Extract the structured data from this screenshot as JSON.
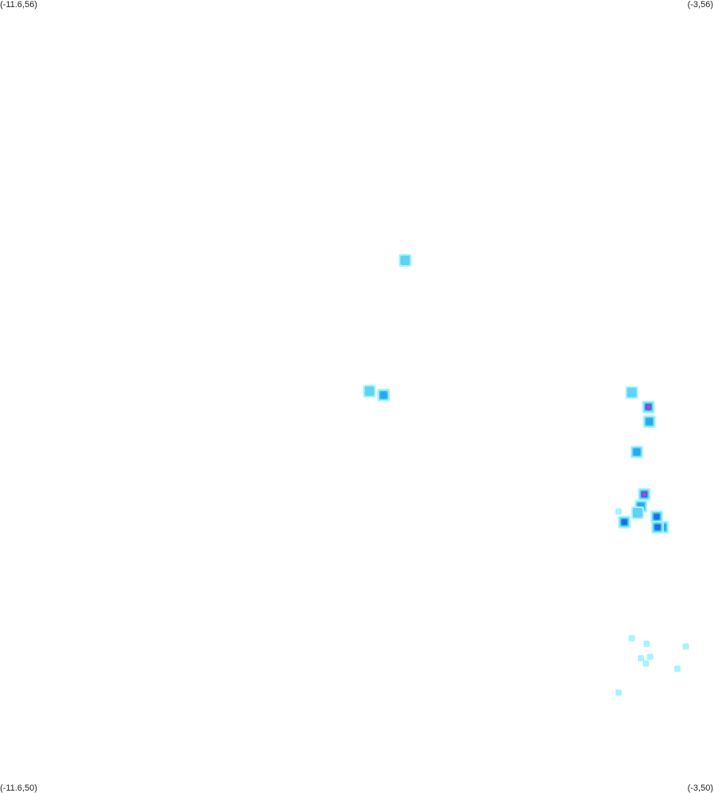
{
  "corners": {
    "top_left": "(-11.6,56)",
    "top_right": "(-3,56)",
    "bottom_left": "(-11.6,50)",
    "bottom_right": "(-3,50)"
  },
  "colors": {
    "background": "#ffffff",
    "low": "#a8f4fb",
    "mid_low": "#5fd3f3",
    "mid": "#29a8ee",
    "high": "#1b6fe0",
    "peak": "#ff1fd2"
  },
  "bounds": {
    "lon_min": -11.6,
    "lon_max": -3,
    "lat_min": 50,
    "lat_max": 56
  },
  "clusters": [
    {
      "lon": -6.72,
      "lat": 54.03,
      "intensity": 2
    },
    {
      "lon": -7.15,
      "lat": 53.04,
      "intensity": 2
    },
    {
      "lon": -6.98,
      "lat": 53.01,
      "intensity": 3
    },
    {
      "lon": -3.99,
      "lat": 53.03,
      "intensity": 2
    },
    {
      "lon": -3.79,
      "lat": 52.92,
      "intensity": 5
    },
    {
      "lon": -3.78,
      "lat": 52.81,
      "intensity": 3
    },
    {
      "lon": -3.93,
      "lat": 52.58,
      "intensity": 3
    },
    {
      "lon": -3.84,
      "lat": 52.26,
      "intensity": 5
    },
    {
      "lon": -3.88,
      "lat": 52.17,
      "intensity": 3
    },
    {
      "lon": -4.08,
      "lat": 52.05,
      "intensity": 4
    },
    {
      "lon": -3.69,
      "lat": 52.09,
      "intensity": 4
    },
    {
      "lon": -3.62,
      "lat": 52.01,
      "intensity": 3
    },
    {
      "lon": -3.68,
      "lat": 52.01,
      "intensity": 4
    },
    {
      "lon": -3.92,
      "lat": 52.12,
      "intensity": 2
    },
    {
      "lon": -4.15,
      "lat": 52.13,
      "intensity": 1
    },
    {
      "lon": -3.99,
      "lat": 51.17,
      "intensity": 1
    },
    {
      "lon": -3.81,
      "lat": 51.13,
      "intensity": 1
    },
    {
      "lon": -3.88,
      "lat": 51.02,
      "intensity": 1
    },
    {
      "lon": -3.77,
      "lat": 51.03,
      "intensity": 1
    },
    {
      "lon": -3.82,
      "lat": 50.98,
      "intensity": 1
    },
    {
      "lon": -3.34,
      "lat": 51.11,
      "intensity": 1
    },
    {
      "lon": -3.44,
      "lat": 50.94,
      "intensity": 1
    },
    {
      "lon": -4.15,
      "lat": 50.76,
      "intensity": 1
    }
  ]
}
